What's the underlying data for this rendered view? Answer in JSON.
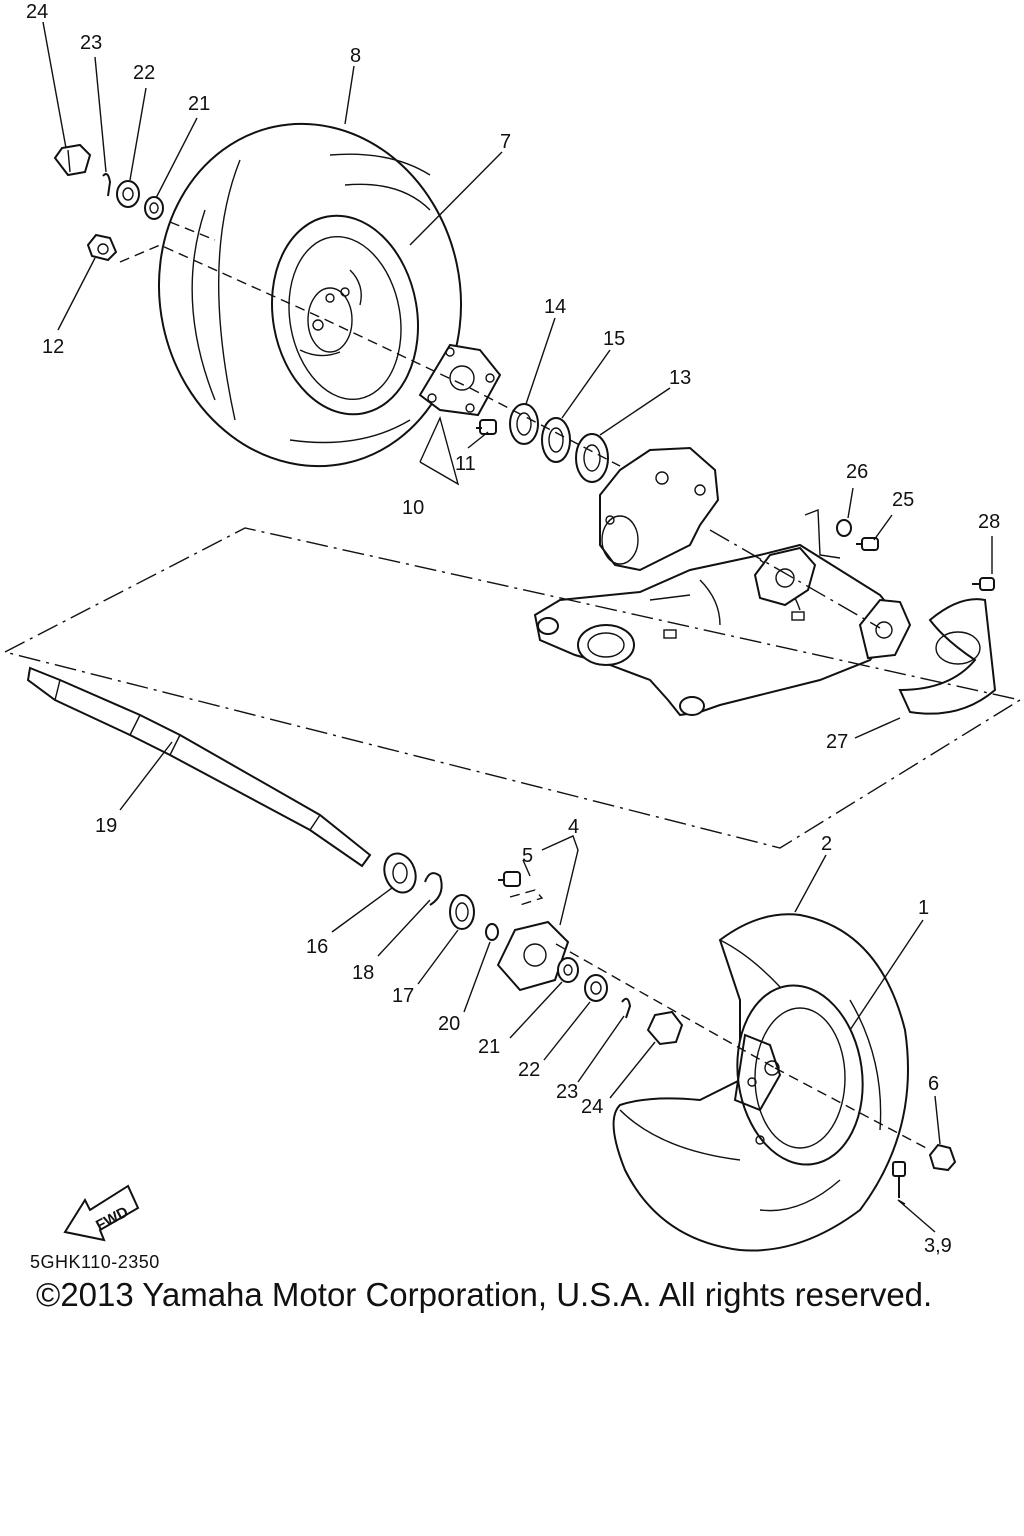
{
  "diagram": {
    "callouts": [
      {
        "id": "c24a",
        "text": "24"
      },
      {
        "id": "c23a",
        "text": "23"
      },
      {
        "id": "c22a",
        "text": "22"
      },
      {
        "id": "c21a",
        "text": "21"
      },
      {
        "id": "c8",
        "text": "8"
      },
      {
        "id": "c7",
        "text": "7"
      },
      {
        "id": "c12",
        "text": "12"
      },
      {
        "id": "c14",
        "text": "14"
      },
      {
        "id": "c15",
        "text": "15"
      },
      {
        "id": "c13",
        "text": "13"
      },
      {
        "id": "c11",
        "text": "11"
      },
      {
        "id": "c10",
        "text": "10"
      },
      {
        "id": "c26",
        "text": "26"
      },
      {
        "id": "c25",
        "text": "25"
      },
      {
        "id": "c28",
        "text": "28"
      },
      {
        "id": "c27",
        "text": "27"
      },
      {
        "id": "c19",
        "text": "19"
      },
      {
        "id": "c4",
        "text": "4"
      },
      {
        "id": "c5",
        "text": "5"
      },
      {
        "id": "c2",
        "text": "2"
      },
      {
        "id": "c1",
        "text": "1"
      },
      {
        "id": "c16",
        "text": "16"
      },
      {
        "id": "c18",
        "text": "18"
      },
      {
        "id": "c17",
        "text": "17"
      },
      {
        "id": "c20",
        "text": "20"
      },
      {
        "id": "c21b",
        "text": "21"
      },
      {
        "id": "c22b",
        "text": "22"
      },
      {
        "id": "c23b",
        "text": "23"
      },
      {
        "id": "c24b",
        "text": "24"
      },
      {
        "id": "c6",
        "text": "6"
      },
      {
        "id": "c39",
        "text": "3,9"
      }
    ],
    "fwd_label": "FWD",
    "diagram_code": "5GHK110-2350",
    "copyright": "©2013 Yamaha Motor Corporation, U.S.A. All rights reserved."
  }
}
